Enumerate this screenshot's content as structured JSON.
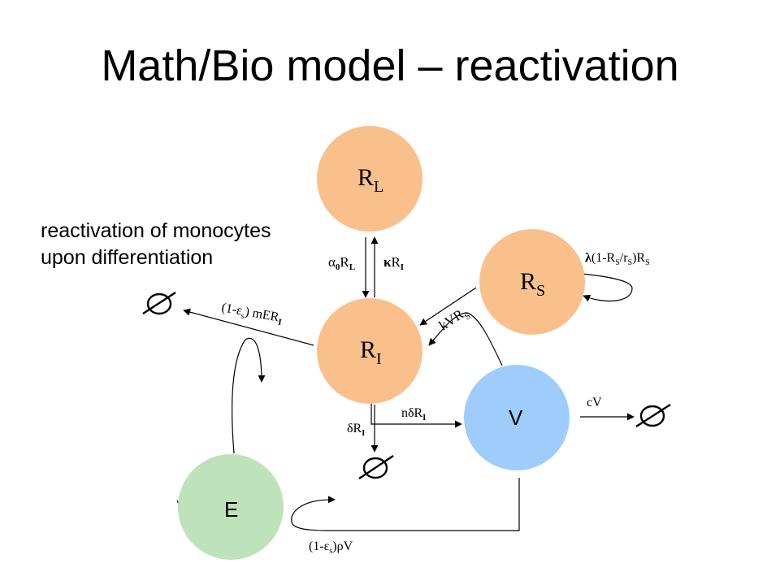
{
  "title": "Math/Bio model – reactivation",
  "note": {
    "line1": "reactivation of monocytes",
    "line2": "upon differentiation"
  },
  "colors": {
    "orange": "#F9C08C",
    "blue": "#9ECDFC",
    "green": "#BEE2BA"
  },
  "nodes": {
    "rl": {
      "main": "R",
      "sub": "L"
    },
    "rs": {
      "main": "R",
      "sub": "S"
    },
    "ri": {
      "main": "R",
      "sub": "I"
    },
    "v": {
      "label": "V"
    },
    "e": {
      "label": "E"
    }
  },
  "rates": {
    "alpha": {
      "sym": "α",
      "sub0": "0",
      "main": "R",
      "sub": "L"
    },
    "kappa": {
      "sym": "κ",
      "main": "R",
      "sub": "I"
    },
    "lambda": {
      "sym": "λ",
      "p1": "(1-R",
      "s1": "S",
      "p2": "/r",
      "s2": "S",
      "p3": ")R",
      "s3": "S"
    },
    "kvrs": {
      "main": "kVR",
      "sub": "S"
    },
    "mer": {
      "p1": "(1-ε",
      "s1": "s",
      "p2": ") mER",
      "s2": "I"
    },
    "ndelta": {
      "main": "nδR",
      "sub": "I"
    },
    "delta": {
      "main": "δR",
      "sub": "I"
    },
    "cv": {
      "label": "cV"
    },
    "rho": {
      "p1": "(1-ε",
      "s1": "s",
      "p2": ")ρV"
    }
  }
}
